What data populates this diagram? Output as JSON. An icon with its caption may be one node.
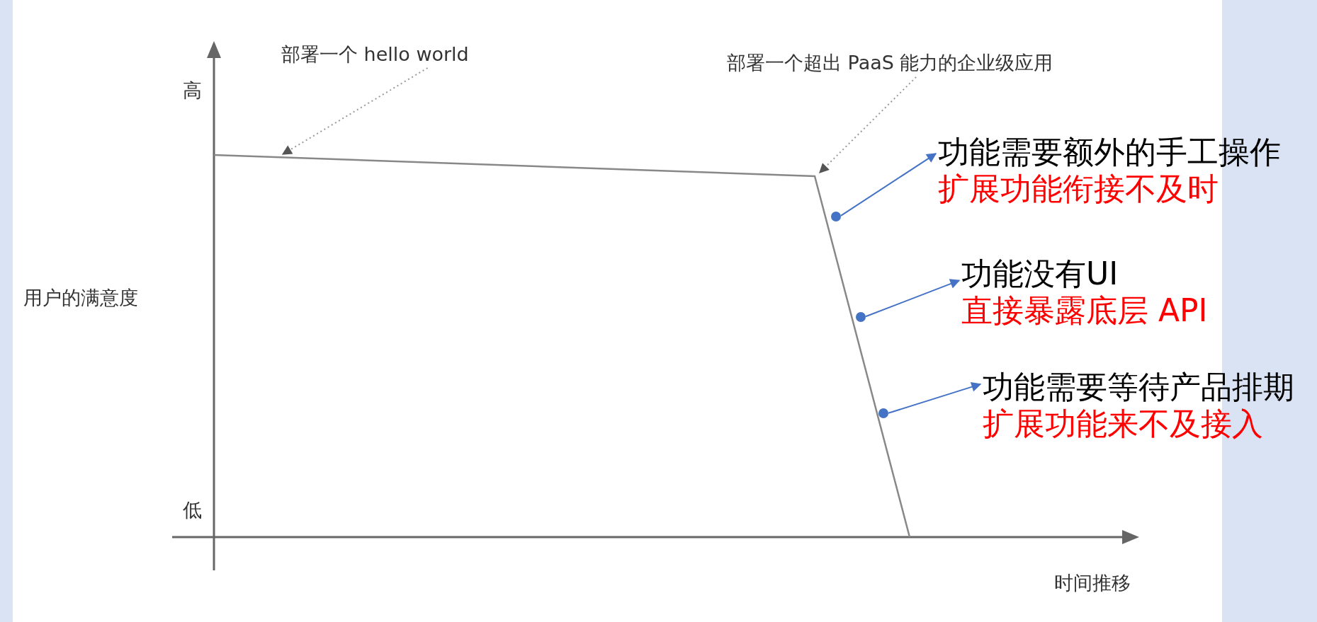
{
  "diagram": {
    "nodes": [
      {
        "text": [
          "部署一个 hello world"
        ]
      },
      {
        "text": [
          "部署一个超出 PaaS 能力的企业级应用"
        ]
      },
      {
        "text": [
          "功能需要额外的手工操作",
          "扩展功能衔接不及时"
        ]
      },
      {
        "text": [],
        "shape": "circle"
      },
      {
        "text": [
          "功能没有UI",
          "直接暴露底层 API"
        ]
      },
      {
        "text": [],
        "shape": "circle"
      },
      {
        "text": [
          "功能需要等待产品排期",
          "扩展功能来不及接入"
        ]
      },
      {
        "text": [],
        "shape": "circle"
      }
    ],
    "edges": [
      {
        "from": 0,
        "to": null,
        "arrow": "to",
        "style": "dashed",
        "color": "#999999"
      },
      {
        "from": 1,
        "to": null,
        "arrow": "to",
        "style": "dashed",
        "color": "#999999"
      },
      {
        "from": 3,
        "to": 2,
        "arrow": "to"
      },
      {
        "from": 5,
        "to": 4,
        "arrow": "to"
      },
      {
        "from": 7,
        "to": 6,
        "arrow": "to"
      }
    ],
    "labels": [
      "高",
      "用户的满意度",
      "低",
      "时间推移"
    ]
  }
}
